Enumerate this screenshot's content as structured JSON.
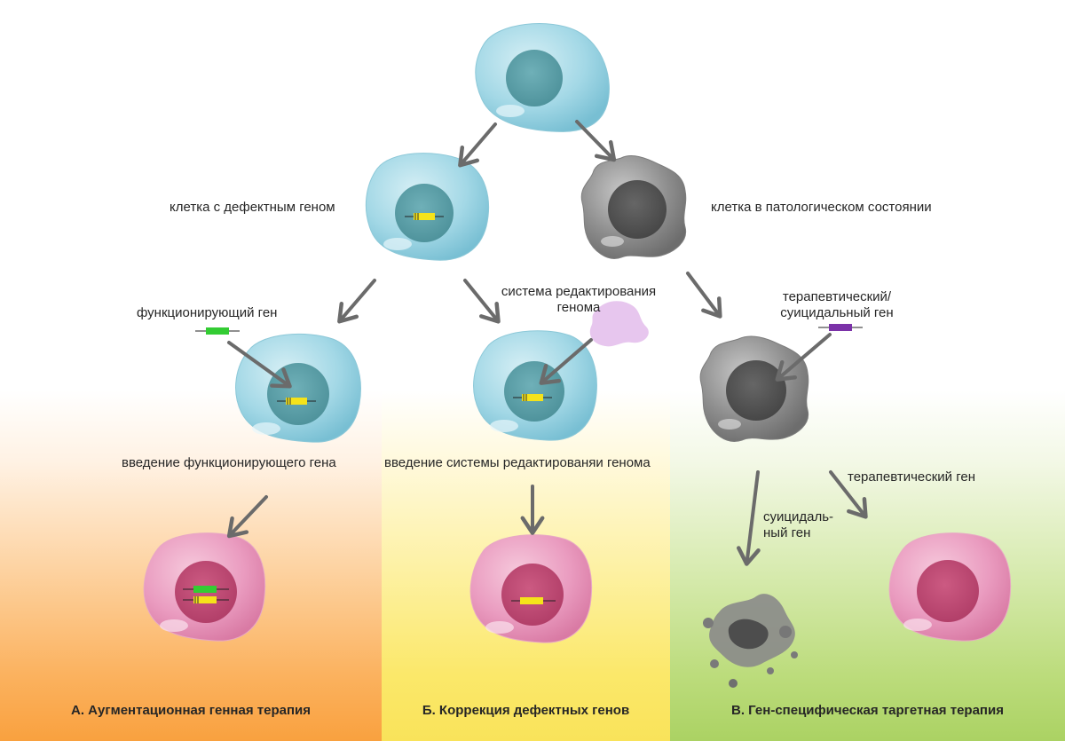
{
  "labels": {
    "defective_cell": "клетка с дефектным геном",
    "pathological_cell": "клетка в патологическом состоянии",
    "functional_gene": "функционирующий ген",
    "editing_system_line1": "система редактирования",
    "editing_system_line2": "генома",
    "therapeutic_suicide_line1": "терапевтический/",
    "therapeutic_suicide_line2": "суицидальный ген",
    "intro_functional": "введение функционирующего гена",
    "intro_editing": "введение системы редактированяи генома",
    "therapeutic_gene": "терапевтический ген",
    "suicide_gene_line1": "суицидаль-",
    "suicide_gene_line2": "ный ген"
  },
  "panels": {
    "a_title": "А. Аугментационная генная терапия",
    "b_title": "Б. Коррекция дефектных генов",
    "c_title": "В. Ген-специфическая таргетная терапия"
  },
  "colors": {
    "healthy_cell": "#9fd6e4",
    "healthy_nucleus": "#5a9ea6",
    "pathological_cell": "#8a8a8a",
    "pathological_nucleus": "#555555",
    "corrected_cell": "#e893b9",
    "corrected_nucleus": "#c24a74",
    "defective_gene": "#f5e31a",
    "functional_gene": "#33cc33",
    "therapeutic_gene": "#7b32a8",
    "editing_system": "#e7c6ee",
    "arrow": "#6b6b6b",
    "panel_a": "#f9a13f",
    "panel_b": "#f9e35a",
    "panel_c": "#abd263"
  }
}
